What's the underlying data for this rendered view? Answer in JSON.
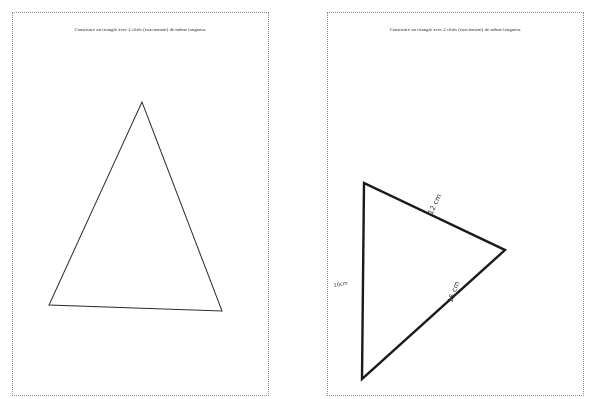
{
  "sheets": [
    {
      "instruction": "Construire un triangle avec 2 côtés (exactement) de même longueur."
    },
    {
      "instruction": "Construire un triangle avec 2 côtés (exactement) de même longueur.",
      "measure_top": "12 cm",
      "measure_bottom": "15 cm",
      "measure_left": "10cm"
    }
  ]
}
